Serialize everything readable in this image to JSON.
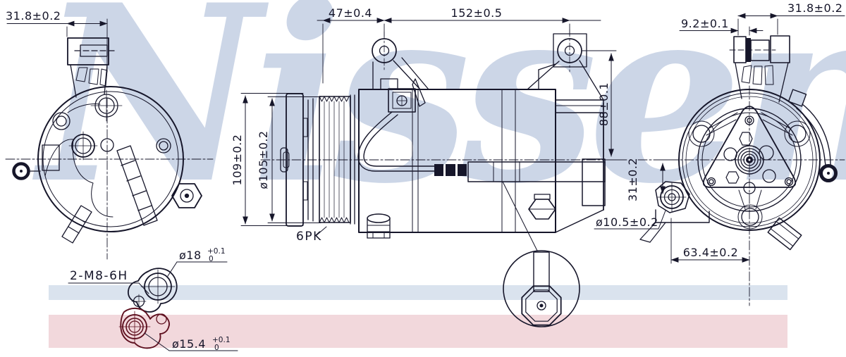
{
  "watermark": {
    "text": "Nissens"
  },
  "colors": {
    "line": "#16162a",
    "discharge_outline": "#5f1120",
    "watermark": "#ccd6e7",
    "band_blue": "#dae3ee",
    "band_pink": "#f2d8dc"
  },
  "labels": {
    "dim_left_view_width": "31.8±0.2",
    "dim_pulley_offset": "47±0.4",
    "dim_mount_span": "152±0.5",
    "dim_hub_depth": "9.2±0.1",
    "dim_right_view_width": "31.8±0.2",
    "dim_ear_height": "88±0.1",
    "dim_clutch_height": "109±0.2",
    "dim_pulley_diameter": "ø105±0.2",
    "belt_spec": "6PK",
    "dim_lug_offset": "31±0.2",
    "dim_lug_hole_diameter": "ø10.5±0.2",
    "dim_lug_spacing": "63.4±0.2",
    "thread_spec": "2-M8-6H",
    "suction_port_diameter": "ø18",
    "suction_port_tol_upper": "+0.1",
    "suction_port_tol_lower": "0",
    "discharge_port_diameter": "ø15.4",
    "discharge_port_tol_upper": "+0.1",
    "discharge_port_tol_lower": "0"
  }
}
